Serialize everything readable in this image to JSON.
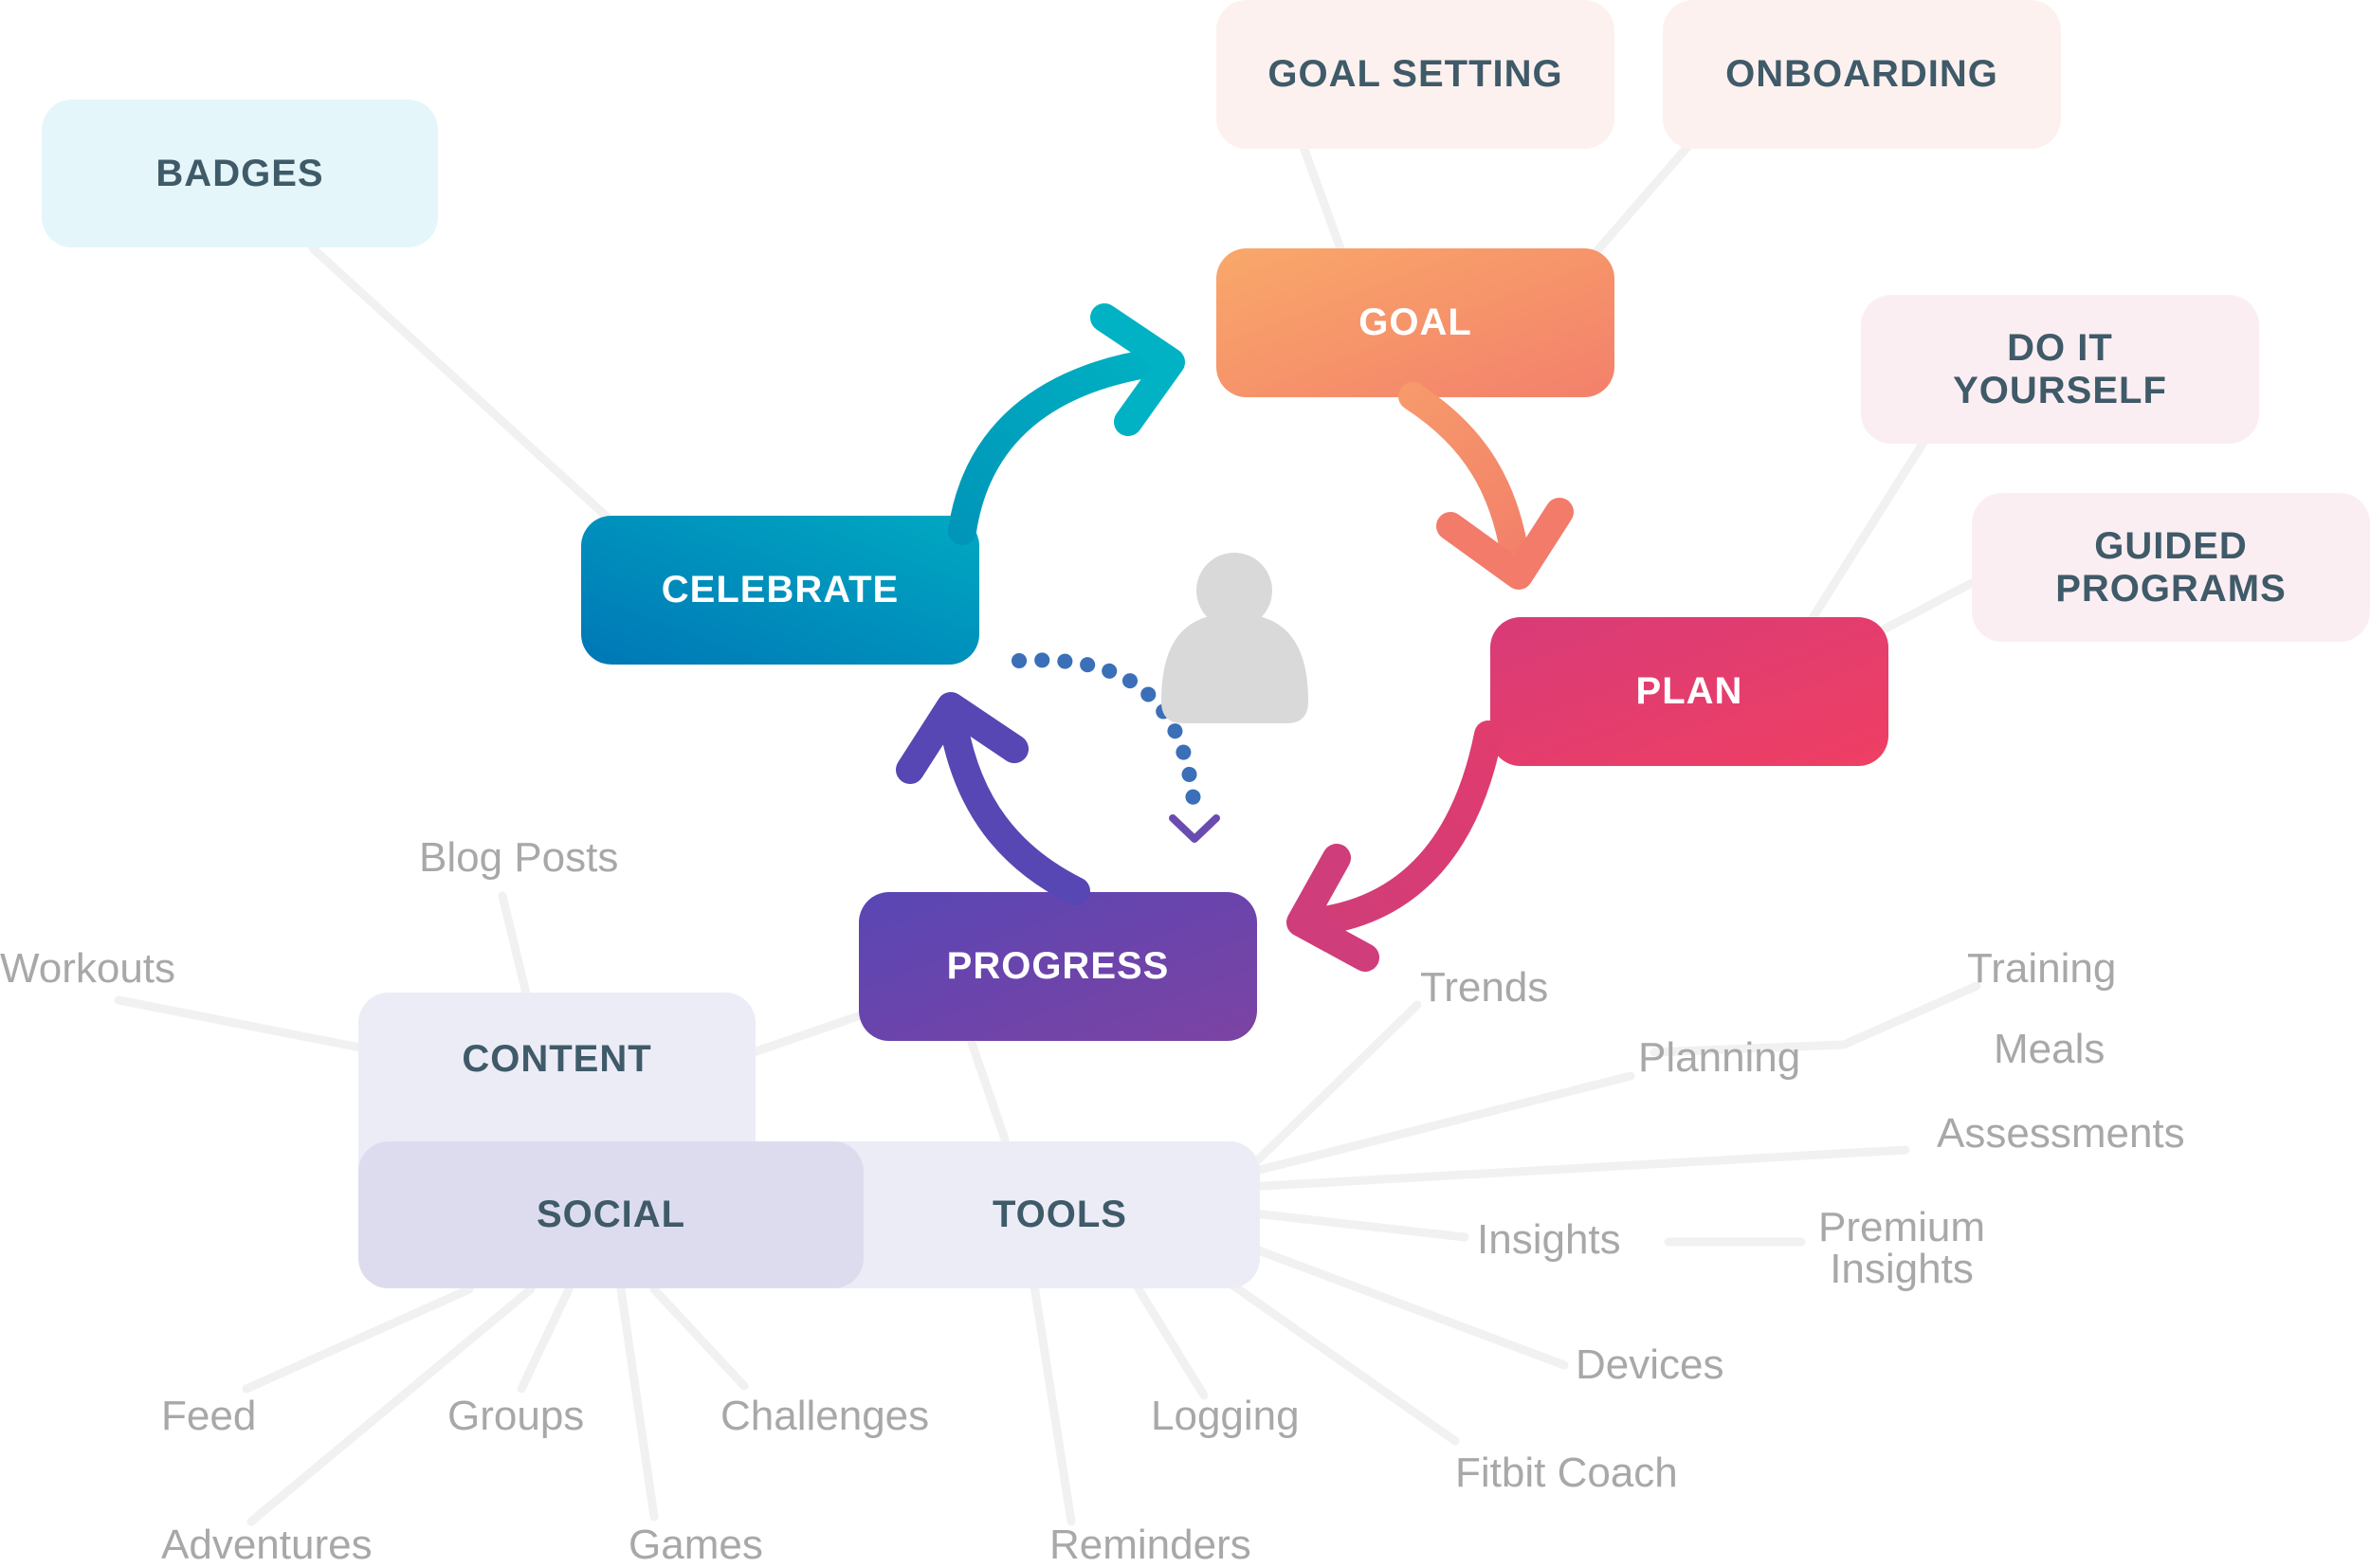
{
  "center_icon": "person-icon",
  "core": {
    "goal": "GOAL",
    "plan": "PLAN",
    "progress": "PROGRESS",
    "celebrate": "CELEBRATE"
  },
  "categories": {
    "badges": "BADGES",
    "goal_setting": "GOAL SETTING",
    "onboarding": "ONBOARDING",
    "do_it_yourself": "DO IT\nYOURSELF",
    "guided_programs": "GUIDED\nPROGRAMS",
    "content": "CONTENT",
    "social": "SOCIAL",
    "tools": "TOOLS"
  },
  "leaves": {
    "blog_posts": "Blog Posts",
    "workouts": "Workouts",
    "trends": "Trends",
    "planning": "Planning",
    "training": "Training",
    "meals": "Meals",
    "assessments": "Assessments",
    "insights": "Insights",
    "premium_insights": "Premium\nInsights",
    "devices": "Devices",
    "fitbit_coach": "Fitbit Coach",
    "logging": "Logging",
    "reminders": "Reminders",
    "feed": "Feed",
    "groups": "Groups",
    "challenges": "Challenges",
    "adventures": "Adventures",
    "games": "Games"
  },
  "colors": {
    "goal": [
      "#f8a567",
      "#f3806b"
    ],
    "plan": [
      "#dc3a75",
      "#ef3f63"
    ],
    "progress": [
      "#5a47b3",
      "#7c43a3"
    ],
    "celebrate": [
      "#0077b6",
      "#00a7c1"
    ],
    "pink_tint": "#fdf1ef",
    "rose_tint": "#fbeef2",
    "cyan_tint": "#e4f6fa",
    "lavender_tint": "#ececf7",
    "social_tint": "#dddcef",
    "label_dark": "#3f5a68",
    "label_gray": "#a8a8a8",
    "connector": "#f1f1f1"
  }
}
